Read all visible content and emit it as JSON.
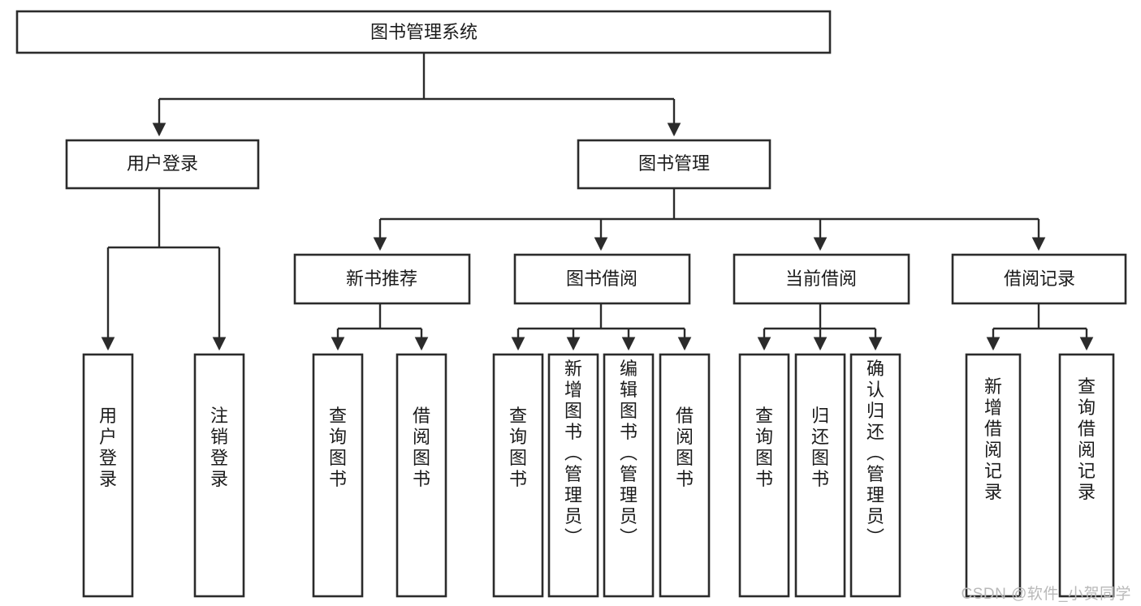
{
  "diagram": {
    "type": "tree",
    "title": "图书管理系统",
    "watermark": "CSDN @软件_小贺同学",
    "root": {
      "id": "root",
      "label": "图书管理系统"
    },
    "level2": [
      {
        "id": "user-login",
        "label": "用户登录"
      },
      {
        "id": "book-manage",
        "label": "图书管理"
      }
    ],
    "level3": [
      {
        "id": "new-book-recommend",
        "label": "新书推荐",
        "parent": "book-manage"
      },
      {
        "id": "book-borrow",
        "label": "图书借阅",
        "parent": "book-manage"
      },
      {
        "id": "current-borrow",
        "label": "当前借阅",
        "parent": "book-manage"
      },
      {
        "id": "borrow-record",
        "label": "借阅记录",
        "parent": "book-manage"
      }
    ],
    "leaves": [
      {
        "id": "leaf-user-login",
        "label": "用户登录",
        "parent": "user-login"
      },
      {
        "id": "leaf-user-logout",
        "label": "注销登录",
        "parent": "user-login"
      },
      {
        "id": "leaf-query-book-1",
        "label": "查询图书",
        "parent": "new-book-recommend"
      },
      {
        "id": "leaf-borrow-book-1",
        "label": "借阅图书",
        "parent": "new-book-recommend"
      },
      {
        "id": "leaf-query-book-2",
        "label": "查询图书",
        "parent": "book-borrow"
      },
      {
        "id": "leaf-add-book",
        "label": "新增图书（管理员）",
        "parent": "book-borrow"
      },
      {
        "id": "leaf-edit-book",
        "label": "编辑图书（管理员）",
        "parent": "book-borrow"
      },
      {
        "id": "leaf-borrow-book-2",
        "label": "借阅图书",
        "parent": "book-borrow"
      },
      {
        "id": "leaf-query-book-3",
        "label": "查询图书",
        "parent": "current-borrow"
      },
      {
        "id": "leaf-return-book",
        "label": "归还图书",
        "parent": "current-borrow"
      },
      {
        "id": "leaf-confirm-return",
        "label": "确认归还（管理员）",
        "parent": "current-borrow"
      },
      {
        "id": "leaf-add-record",
        "label": "新增借阅记录",
        "parent": "borrow-record"
      },
      {
        "id": "leaf-query-record",
        "label": "查询借阅记录",
        "parent": "borrow-record"
      }
    ],
    "colors": {
      "box_stroke": "#2b2b2b",
      "box_fill": "#ffffff",
      "text": "#1b1b1b",
      "watermark": "#b9b9b9",
      "background": "#ffffff"
    }
  }
}
